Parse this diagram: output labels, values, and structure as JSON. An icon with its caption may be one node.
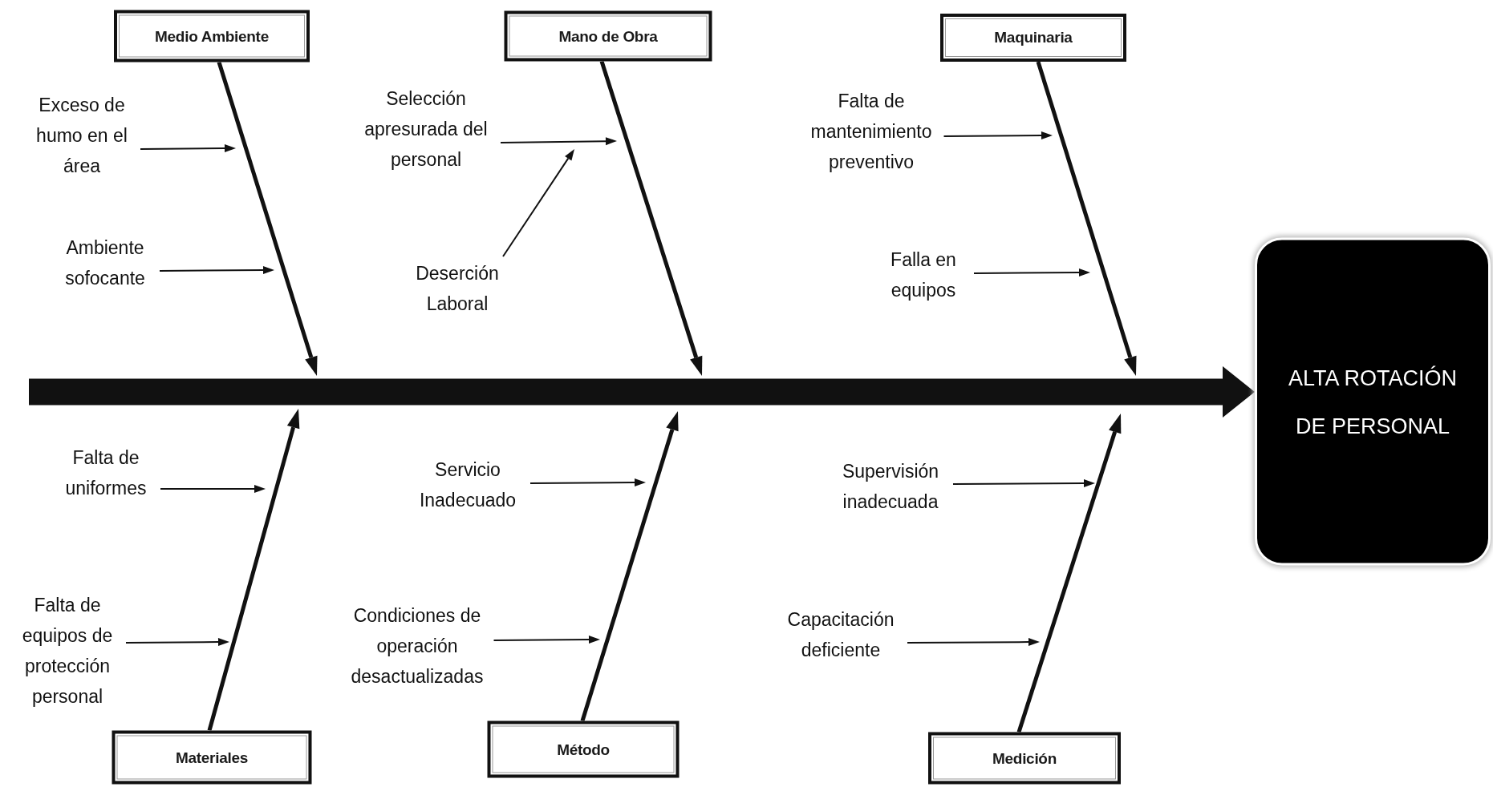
{
  "diagram": {
    "nodes": [
      {
        "text": [
          "Medio Ambiente"
        ]
      },
      {
        "text": [
          "Mano de Obra"
        ]
      },
      {
        "text": [
          "Maquinaria"
        ]
      },
      {
        "text": [
          "Materiales"
        ]
      },
      {
        "text": [
          "Método"
        ]
      },
      {
        "text": [
          "Medición"
        ]
      },
      {
        "text": [
          "ALTA ROTACIÓN DE PERSONAL"
        ]
      },
      {
        "text": [
          "Exceso de humo en el área"
        ]
      },
      {
        "text": [
          "Ambiente sofocante"
        ]
      },
      {
        "text": [
          "Selección apresurada del personal"
        ]
      },
      {
        "text": [
          "Deserción Laboral"
        ]
      },
      {
        "text": [
          "Falta de mantenimiento preventivo"
        ]
      },
      {
        "text": [
          "Falla en equipos"
        ]
      },
      {
        "text": [
          "Falta de uniformes"
        ]
      },
      {
        "text": [
          "Falta de equipos de protección personal"
        ]
      },
      {
        "text": [
          "Servicio Inadecuado"
        ]
      },
      {
        "text": [
          "Condiciones de operación desactualizadas"
        ]
      },
      {
        "text": [
          "Supervisión inadecuada"
        ]
      },
      {
        "text": [
          "Capacitación deficiente"
        ]
      }
    ],
    "edges": [
      {
        "from": null,
        "to": 6,
        "arrow": "to",
        "style": "thick"
      },
      {
        "from": 0,
        "to": null,
        "arrow": "to",
        "style": "thick"
      },
      {
        "from": 1,
        "to": null,
        "arrow": "to",
        "style": "thick"
      },
      {
        "from": 2,
        "to": null,
        "arrow": "to",
        "style": "thick"
      },
      {
        "from": 3,
        "to": null,
        "arrow": "to",
        "style": "thick"
      },
      {
        "from": 4,
        "to": null,
        "arrow": "to",
        "style": "thick"
      },
      {
        "from": 5,
        "to": null,
        "arrow": "to",
        "style": "thick"
      },
      {
        "from": 7,
        "to": null,
        "arrow": "to"
      },
      {
        "from": 8,
        "to": null,
        "arrow": "to"
      },
      {
        "from": 9,
        "to": null,
        "arrow": "to"
      },
      {
        "from": 10,
        "to": null,
        "arrow": "to"
      },
      {
        "from": 11,
        "to": null,
        "arrow": "to"
      },
      {
        "from": 12,
        "to": null,
        "arrow": "to"
      },
      {
        "from": 13,
        "to": null,
        "arrow": "to"
      },
      {
        "from": 14,
        "to": null,
        "arrow": "to"
      },
      {
        "from": 15,
        "to": null,
        "arrow": "to"
      },
      {
        "from": 16,
        "to": null,
        "arrow": "to"
      },
      {
        "from": 17,
        "to": null,
        "arrow": "to"
      },
      {
        "from": 18,
        "to": null,
        "arrow": "to"
      }
    ]
  }
}
